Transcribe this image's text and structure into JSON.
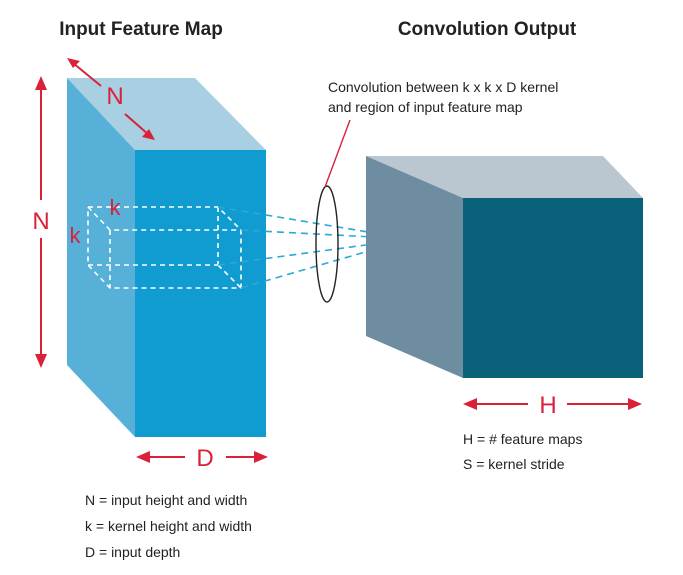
{
  "titles": {
    "input": "Input Feature Map",
    "output": "Convolution Output"
  },
  "labels": {
    "depth_top": "N",
    "height_left": "N",
    "kernel_top": "k",
    "kernel_left": "k",
    "depth_bottom": "D",
    "width_output": "H"
  },
  "annotation": {
    "line1": "Convolution between k x k x D kernel",
    "line2": "and region of input feature map"
  },
  "legend_output": [
    "H = # feature maps",
    "S = kernel stride"
  ],
  "legend_input": [
    "N = input height and width",
    "k = kernel height and width",
    "D = input depth"
  ],
  "colors": {
    "input_front": "#109cd0",
    "input_side": "#56b0d8",
    "input_top": "#a8d0e2",
    "output_front": "#0a617a",
    "output_side": "#6e8da1",
    "output_top": "#bac7d0",
    "accent_red": "#d9213a"
  }
}
